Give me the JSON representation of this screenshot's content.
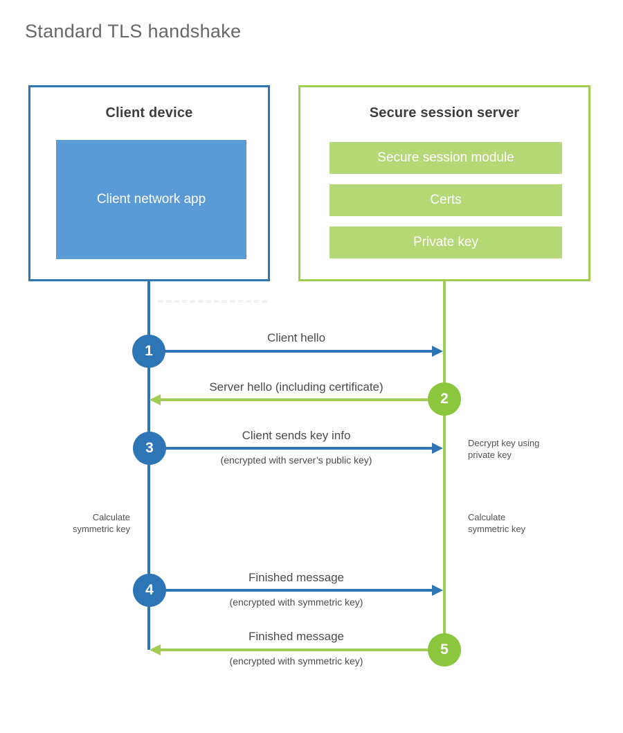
{
  "title": "Standard TLS handshake",
  "colors": {
    "blue_line": "#2e75b6",
    "blue_fill": "#5b9bd5",
    "green_line": "#a1cd55",
    "green_circle": "#8cc63f",
    "green_fill": "#b5d877",
    "heading_text": "#3d3d3d",
    "label_text": "#4a4a4a"
  },
  "client": {
    "heading": "Client device",
    "app_label": "Client network app"
  },
  "server": {
    "heading": "Secure session server",
    "modules": {
      "0": "Secure session module",
      "1": "Certs",
      "2": "Private key"
    }
  },
  "steps": {
    "0": {
      "num": "1",
      "side": "client",
      "direction": "right",
      "label": "Client hello",
      "sublabel": ""
    },
    "1": {
      "num": "2",
      "side": "server",
      "direction": "left",
      "label": "Server hello (including certificate)",
      "sublabel": ""
    },
    "2": {
      "num": "3",
      "side": "client",
      "direction": "right",
      "label": "Client sends key info",
      "sublabel": "(encrypted with server’s public key)"
    },
    "3": {
      "num": "4",
      "side": "client",
      "direction": "right",
      "label": "Finished message",
      "sublabel": "(encrypted with symmetric key)"
    },
    "4": {
      "num": "5",
      "side": "server",
      "direction": "left",
      "label": "Finished message",
      "sublabel": "(encrypted with symmetric key)"
    }
  },
  "notes": {
    "decrypt": "Decrypt key using private key",
    "calc_left": "Calculate symmetric key",
    "calc_right": "Calculate symmetric key"
  }
}
